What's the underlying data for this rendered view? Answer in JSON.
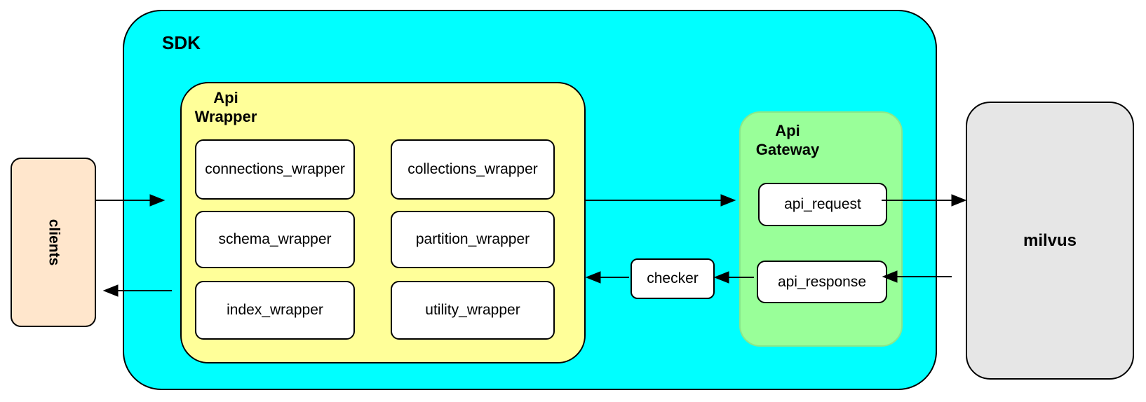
{
  "nodes": {
    "clients": {
      "label": "clients"
    },
    "sdk": {
      "label": "SDK"
    },
    "api_wrapper": {
      "label": "Api Wrapper",
      "items": [
        "connections_wrapper",
        "collections_wrapper",
        "schema_wrapper",
        "partition_wrapper",
        "index_wrapper",
        "utility_wrapper"
      ]
    },
    "api_gateway": {
      "label": "Api Gateway",
      "items": [
        "api_request",
        "api_response"
      ]
    },
    "checker": {
      "label": "checker"
    },
    "milvus": {
      "label": "milvus"
    }
  },
  "colors": {
    "sdk_fill": "#00ffff",
    "api_wrapper_fill": "#ffff99",
    "api_gateway_fill": "#99ff99",
    "clients_fill": "#ffe6cc",
    "milvus_fill": "#e6e6e6",
    "node_fill": "#ffffff",
    "line": "#000000"
  },
  "edges": [
    {
      "from": "clients",
      "to": "sdk"
    },
    {
      "from": "api_wrapper",
      "to": "clients"
    },
    {
      "from": "api_wrapper",
      "to": "api_gateway"
    },
    {
      "from": "api_request",
      "to": "milvus"
    },
    {
      "from": "milvus",
      "to": "api_response"
    },
    {
      "from": "api_response",
      "to": "checker"
    },
    {
      "from": "checker",
      "to": "api_wrapper"
    }
  ]
}
